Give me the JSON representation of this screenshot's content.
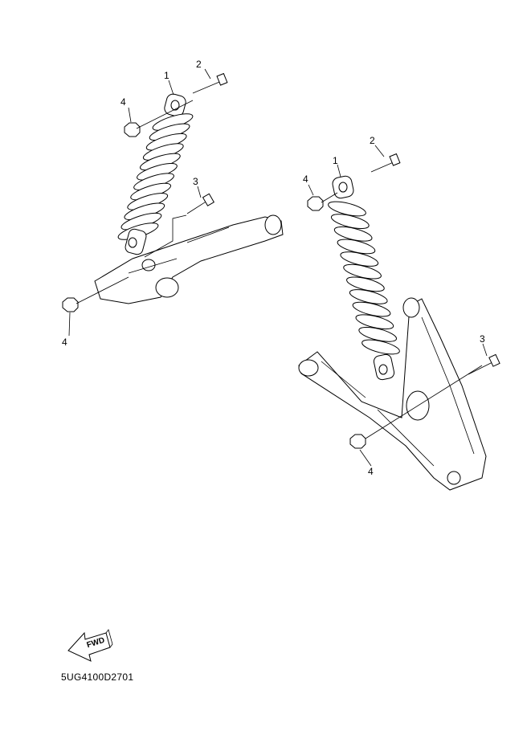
{
  "diagram_code": "5UG4100D2701",
  "fwd_label": "FWD",
  "left_assembly": {
    "callouts": [
      "1",
      "2",
      "4",
      "3",
      "4"
    ]
  },
  "right_assembly": {
    "callouts": [
      "1",
      "2",
      "4",
      "3",
      "4"
    ]
  }
}
